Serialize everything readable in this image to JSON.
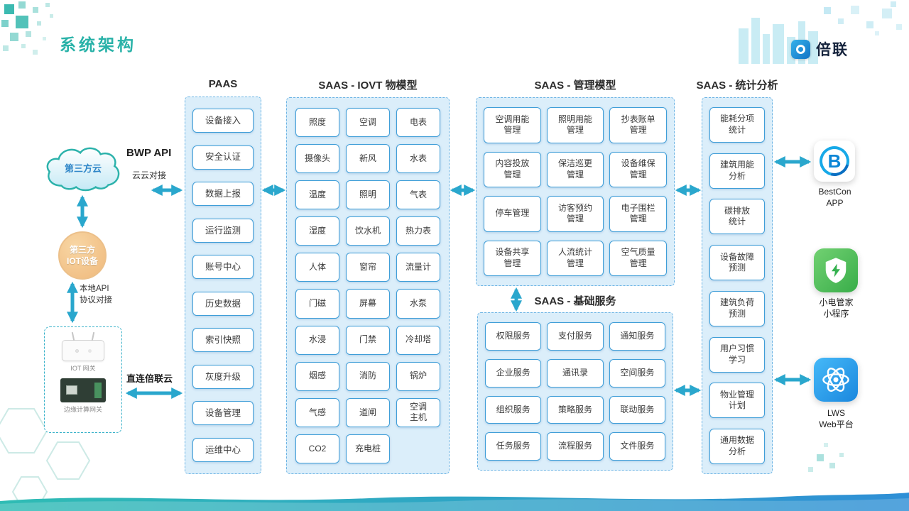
{
  "page": {
    "title": "系统架构"
  },
  "brand": {
    "name": "倍联"
  },
  "left_flow": {
    "third_party_cloud": "第三方云",
    "bwp_api": "BWP API",
    "cloud_to_cloud": "云云对接",
    "third_party_iot_device": "第三方\nIOT设备",
    "local_api": "本地API\n协议对接",
    "iot_gateway": "IOT 网关",
    "edge_gateway": "边缘计算网关",
    "direct_connect": "直连倍联云"
  },
  "paas": {
    "header": "PAAS",
    "items": [
      "设备接入",
      "安全认证",
      "数据上报",
      "运行监测",
      "账号中心",
      "历史数据",
      "索引快照",
      "灰度升级",
      "设备管理",
      "运维中心"
    ]
  },
  "iovt": {
    "header": "SAAS - IOVT 物模型",
    "items": [
      "照度",
      "空调",
      "电表",
      "摄像头",
      "新风",
      "水表",
      "温度",
      "照明",
      "气表",
      "湿度",
      "饮水机",
      "热力表",
      "人体",
      "窗帘",
      "流量计",
      "门磁",
      "屏幕",
      "水泵",
      "水浸",
      "门禁",
      "冷却塔",
      "烟感",
      "消防",
      "锅炉",
      "气感",
      "道闸",
      "空调\n主机",
      "CO2",
      "充电桩"
    ]
  },
  "mgmt": {
    "header": "SAAS - 管理模型",
    "items": [
      "空调用能\n管理",
      "照明用能\n管理",
      "抄表账单\n管理",
      "内容投放\n管理",
      "保洁巡更\n管理",
      "设备维保\n管理",
      "停车管理",
      "访客预约\n管理",
      "电子围栏\n管理",
      "设备共享\n管理",
      "人流统计\n管理",
      "空气质量\n管理"
    ]
  },
  "basic": {
    "header": "SAAS - 基础服务",
    "items": [
      "权限服务",
      "支付服务",
      "通知服务",
      "企业服务",
      "通讯录",
      "空间服务",
      "组织服务",
      "策略服务",
      "联动服务",
      "任务服务",
      "流程服务",
      "文件服务"
    ]
  },
  "stats": {
    "header": "SAAS - 统计分析",
    "items": [
      "能耗分项\n统计",
      "建筑用能\n分析",
      "碳排放\n统计",
      "设备故障\n预测",
      "建筑负荷\n预测",
      "用户习惯\n学习",
      "物业管理\n计划",
      "通用数据\n分析"
    ]
  },
  "apps": {
    "bestcon": {
      "icon_letter": "B",
      "label": "BestCon\nAPP"
    },
    "mini_program": {
      "label": "小电管家\n小程序"
    },
    "lws": {
      "label": "LWS\nWeb平台"
    }
  },
  "colors": {
    "accent_teal": "#29b2a8",
    "accent_blue": "#3f9ed8",
    "panel_bg": "#dbeefa",
    "arrow": "#2aa7cd",
    "device_orange": "#efb97c"
  }
}
